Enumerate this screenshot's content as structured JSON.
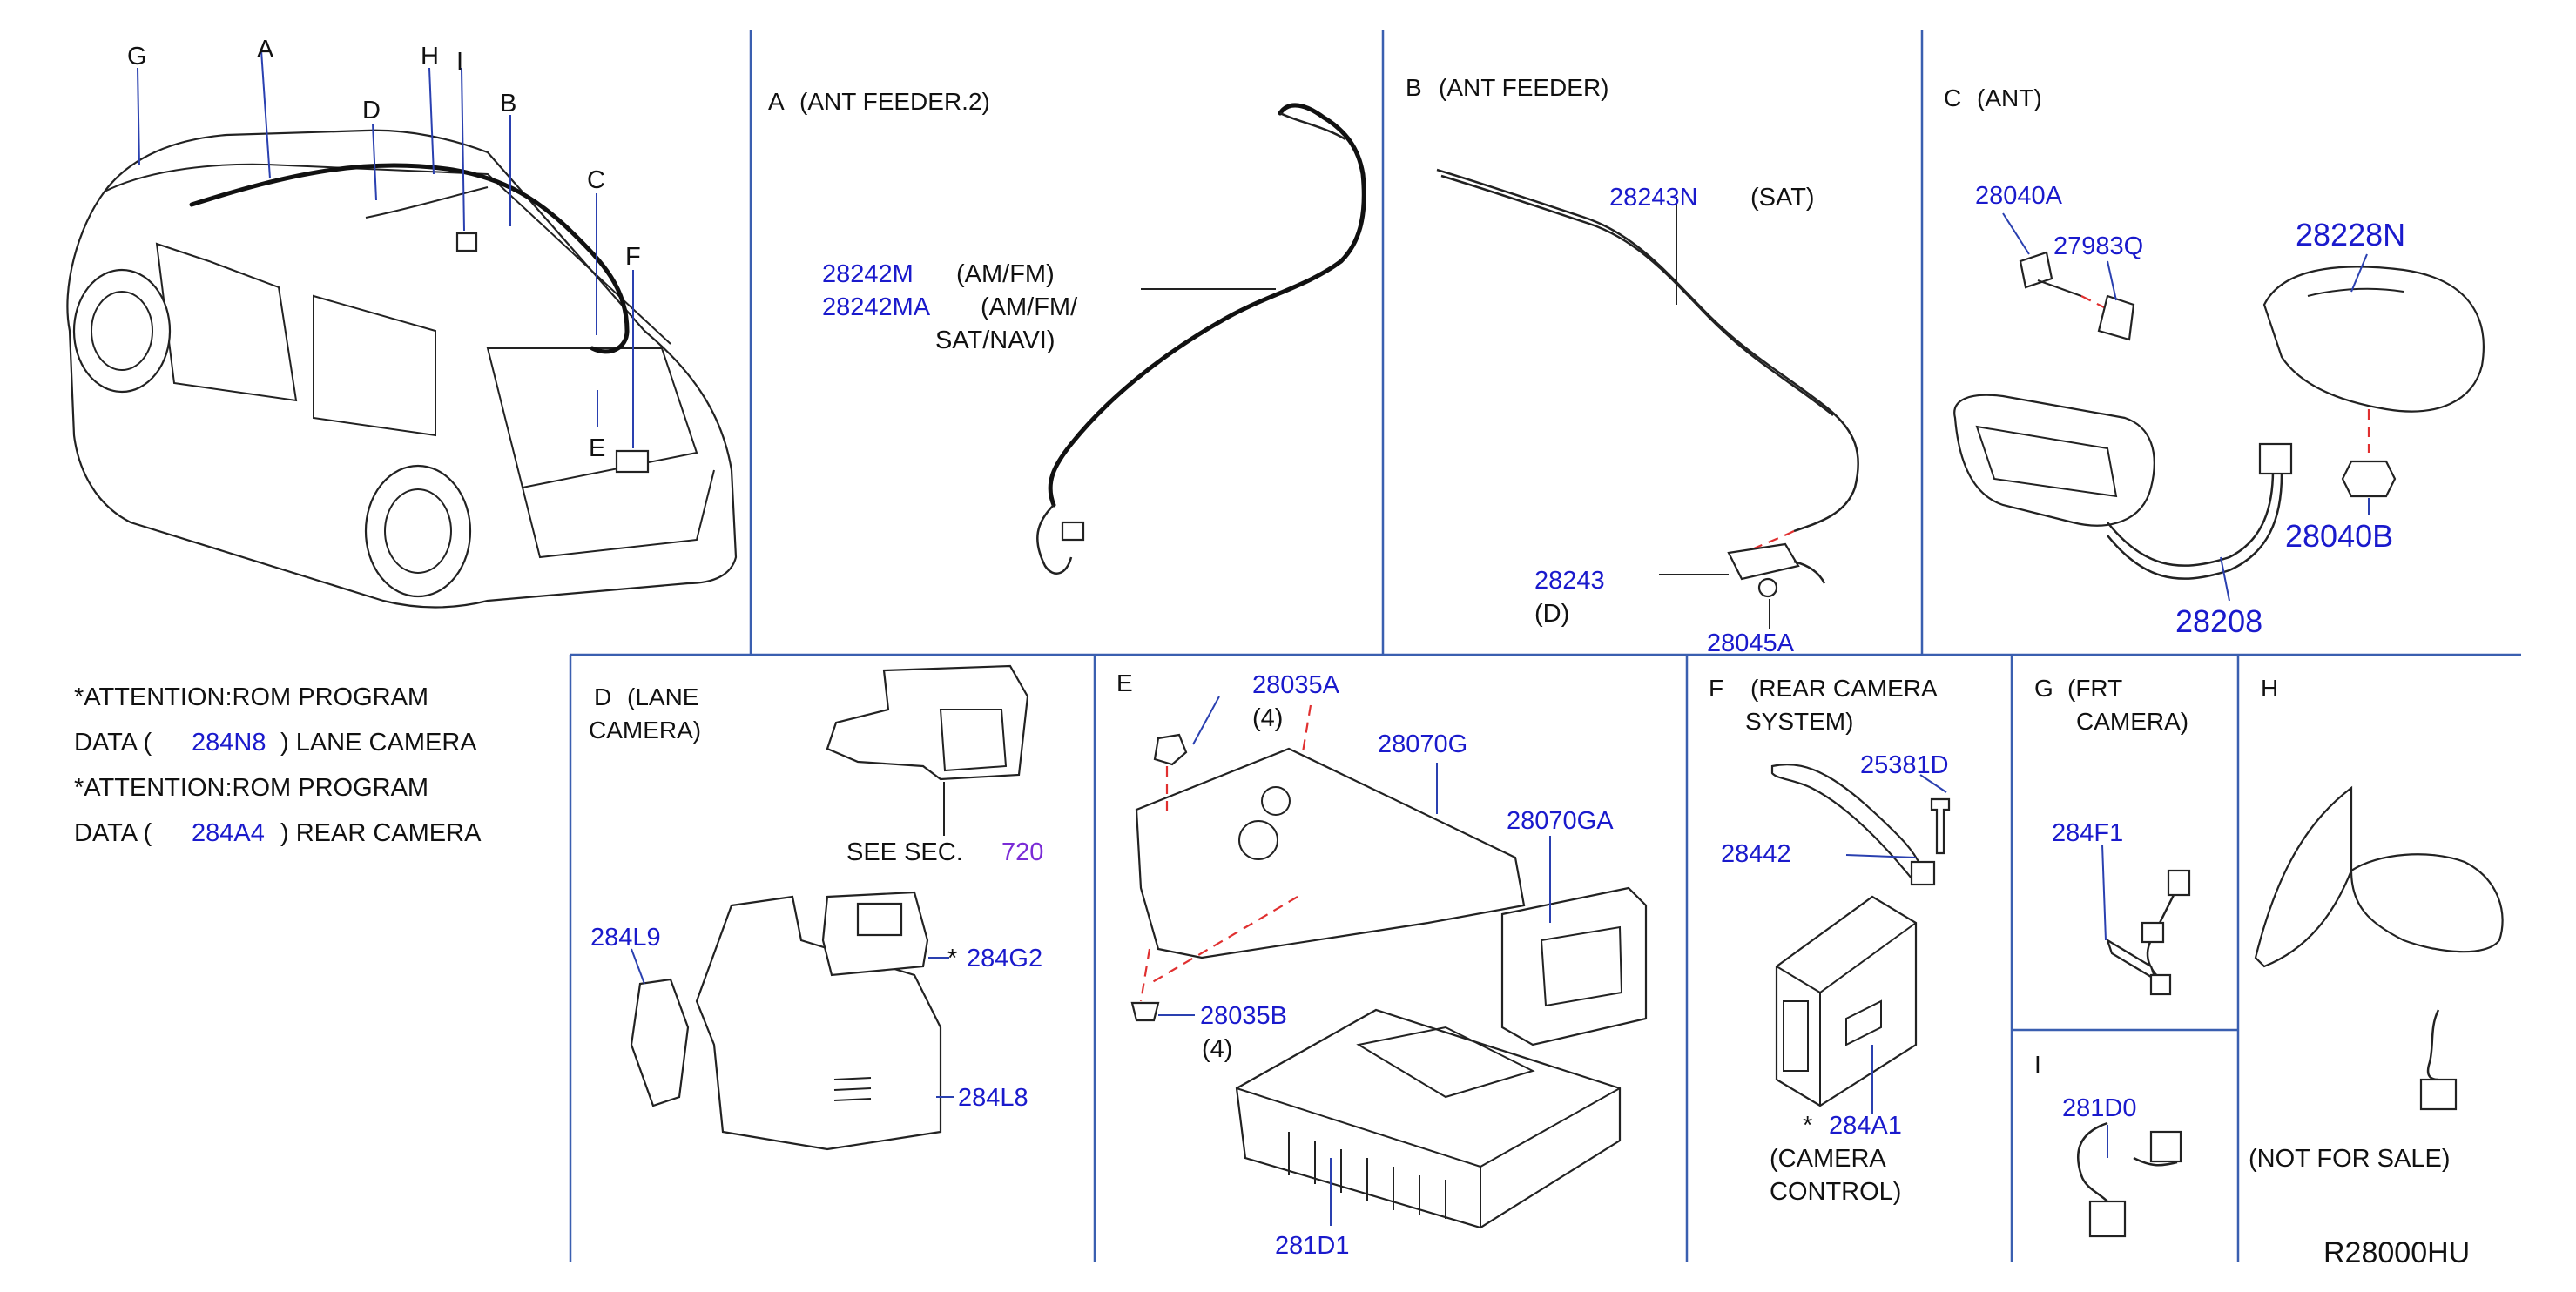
{
  "sections": {
    "A": {
      "letter": "A",
      "title": "(ANT   FEEDER.2)"
    },
    "B": {
      "letter": "B",
      "title": "(ANT   FEEDER)"
    },
    "C": {
      "letter": "C",
      "title": "(ANT)"
    },
    "D": {
      "letter": "D",
      "title_1": "(LANE",
      "title_2": "CAMERA)"
    },
    "E": {
      "letter": "E"
    },
    "F": {
      "letter": "F",
      "title_1": "(REAR   CAMERA",
      "title_2": "SYSTEM)"
    },
    "G": {
      "letter": "G",
      "title_1": "(FRT",
      "title_2": "CAMERA)"
    },
    "H": {
      "letter": "H"
    },
    "I": {
      "letter": "I"
    }
  },
  "vehicle_callouts": [
    "G",
    "A",
    "D",
    "H",
    "I",
    "B",
    "C",
    "F",
    "E"
  ],
  "attention": {
    "line1": "*ATTENTION:ROM   PROGRAM",
    "line2_prefix": "DATA   (",
    "line2_code": "284N8",
    "line2_suffix": ")   LANE   CAMERA",
    "line3": "*ATTENTION:ROM   PROGRAM",
    "line4_prefix": "DATA   (",
    "line4_code": "284A4",
    "line4_suffix": ")   REAR   CAMERA"
  },
  "parts": {
    "a_28242M": "28242M",
    "a_28242M_desc": "(AM/FM)",
    "a_28242MA": "28242MA",
    "a_28242MA_desc1": "(AM/FM/",
    "a_28242MA_desc2": "SAT/NAVI)",
    "b_28243N": "28243N",
    "b_28243N_desc": "(SAT)",
    "b_28243": "28243",
    "b_28243_desc": "(D)",
    "b_28045A": "28045A",
    "c_28040A": "28040A",
    "c_27983Q": "27983Q",
    "c_28228N": "28228N",
    "c_28040B": "28040B",
    "c_28208": "28208",
    "d_see": "SEE   SEC.",
    "d_sec": "720",
    "d_284L9": "284L9",
    "d_284G2_star": "*",
    "d_284G2": "284G2",
    "d_284L8": "284L8",
    "e_28035A": "28035A",
    "e_28035A_qty": "(4)",
    "e_28070G": "28070G",
    "e_28070GA": "28070GA",
    "e_28035B": "28035B",
    "e_28035B_qty": "(4)",
    "e_281D1": "281D1",
    "f_25381D": "25381D",
    "f_28442": "28442",
    "f_284A1_star": "*",
    "f_284A1": "284A1",
    "f_284A1_desc1": "(CAMERA",
    "f_284A1_desc2": "CONTROL)",
    "g_284F1": "284F1",
    "i_281D0": "281D0",
    "h_nfs": "(NOT   FOR   SALE)"
  },
  "diagram_code": "R28000HU",
  "colors": {
    "part_number": "#1a1acc",
    "separator": "#3a5fb0",
    "section_ref": "#7a2bd6",
    "dashed_guide": "#e03030"
  }
}
